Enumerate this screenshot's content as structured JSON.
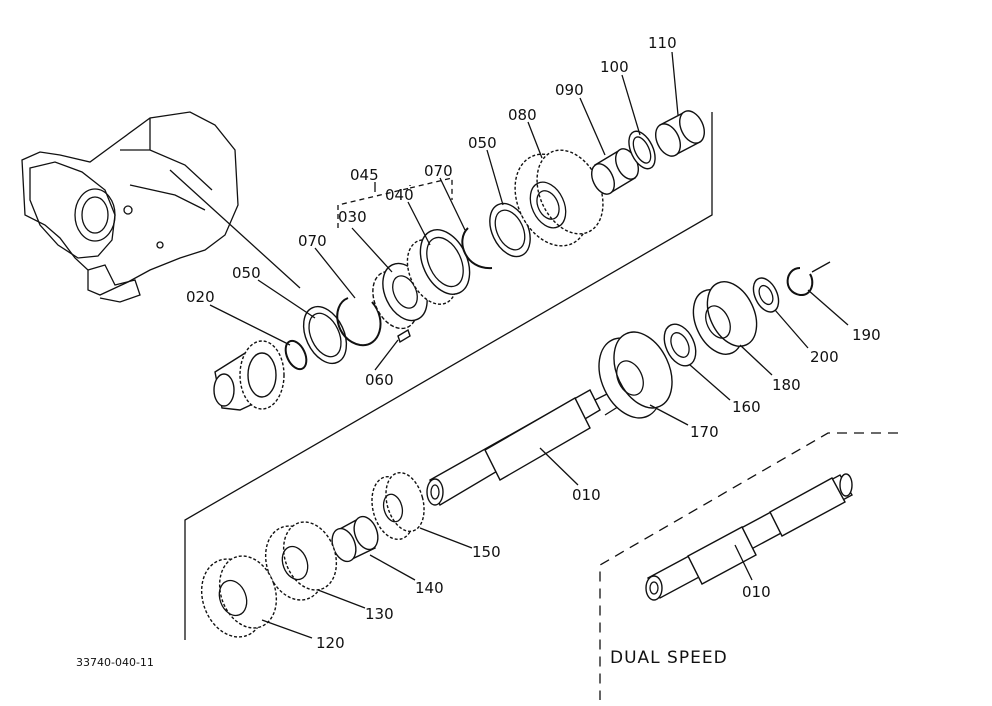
{
  "labels": {
    "p110": "110",
    "p100": "100",
    "p090": "090",
    "p080": "080",
    "p050a": "050",
    "p070a": "070",
    "p045": "045",
    "p040": "040",
    "p030": "030",
    "p070b": "070",
    "p050b": "050",
    "p020": "020",
    "p060": "060",
    "p190": "190",
    "p200": "200",
    "p180": "180",
    "p160": "160",
    "p170": "170",
    "p010a": "010",
    "p150": "150",
    "p140": "140",
    "p130": "130",
    "p120": "120",
    "p010b": "010"
  },
  "caption": "DUAL SPEED",
  "drawing_number": "33740-040-11"
}
